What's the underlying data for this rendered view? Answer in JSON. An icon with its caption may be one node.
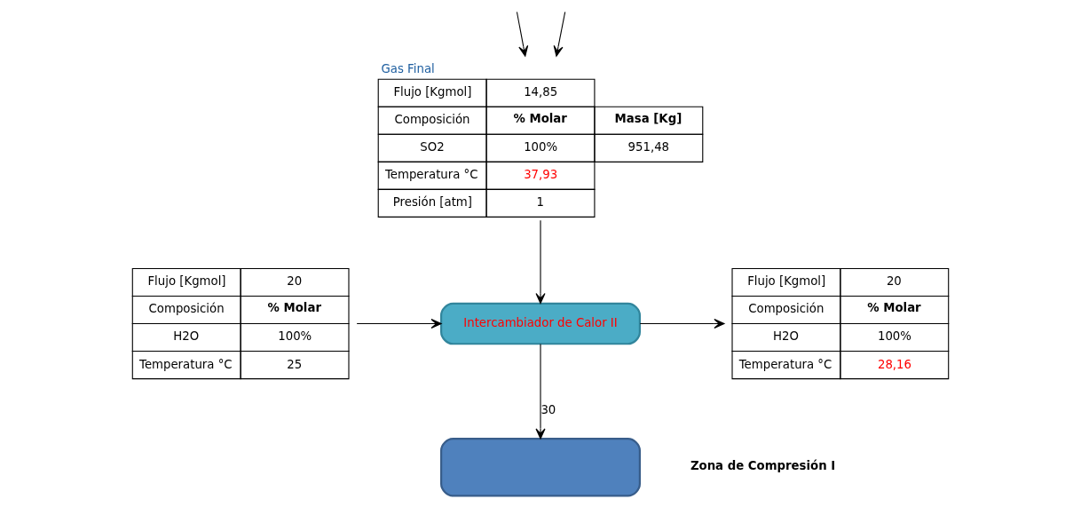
{
  "diagram": {
    "nodes": [
      {
        "text": [
          "Gas Final",
          "Flujo [Kgmol]",
          "14,85",
          "Composición",
          "% Molar",
          "Masa [Kg]",
          "SO2",
          "100%",
          "951,48",
          "Temperatura °C",
          "37,93",
          "Presión [atm]",
          "1"
        ]
      },
      {
        "text": [
          "Flujo [Kgmol]",
          "20",
          "Composición",
          "% Molar",
          "H2O",
          "100%",
          "Temperatura °C",
          "25"
        ]
      },
      {
        "text": [
          "Intercambiador de Calor II"
        ]
      },
      {
        "text": [
          "Flujo [Kgmol]",
          "20",
          "Composición",
          "% Molar",
          "H2O",
          "100%",
          "Temperatura °C",
          "28,16"
        ]
      },
      {
        "text": [],
        "shape": "cylinder"
      }
    ],
    "edges": [
      {
        "from": null,
        "to": 0,
        "arrow": "to"
      },
      {
        "from": null,
        "to": 0,
        "arrow": "to"
      },
      {
        "from": 0,
        "to": 2,
        "arrow": "to"
      },
      {
        "from": 1,
        "to": 2,
        "arrow": "to"
      },
      {
        "from": 2,
        "to": 3,
        "arrow": "to"
      },
      {
        "from": 2,
        "to": 4,
        "arrow": "to",
        "label": "30"
      }
    ],
    "labels": [
      "Zona de Compresión I"
    ]
  }
}
